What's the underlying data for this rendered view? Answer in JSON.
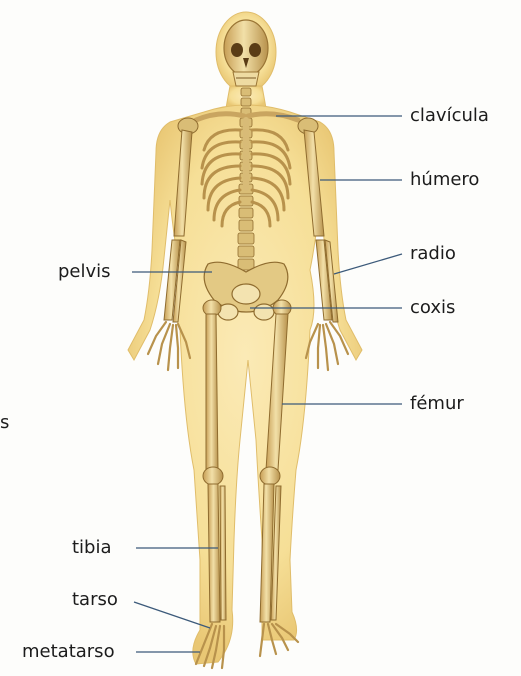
{
  "labels": {
    "clavicula": "clavícula",
    "humero": "húmero",
    "radio": "radio",
    "coxis": "coxis",
    "femur": "fémur",
    "pelvis": "pelvis",
    "tibia": "tibia",
    "tarso": "tarso",
    "metatarso": "metatarso"
  },
  "side_fragment": "s",
  "colors": {
    "body": "#f6df97",
    "bone": "#e6cf8e",
    "bone_shadow": "#b48f47",
    "leader": "#3c5a7a"
  }
}
